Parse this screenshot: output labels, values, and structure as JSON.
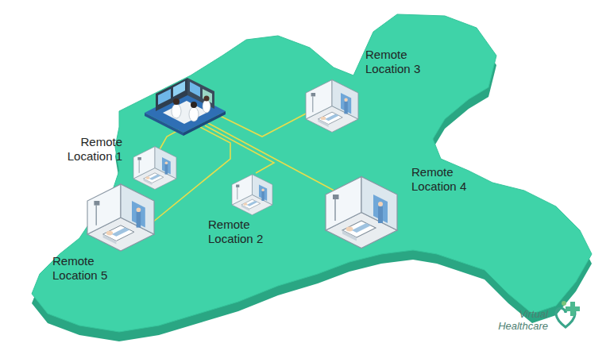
{
  "diagram": {
    "nodes": [
      {
        "text": [
          "Remote Location 1"
        ]
      },
      {
        "text": [
          "Remote Location 2"
        ]
      },
      {
        "text": [
          "Remote Location 3"
        ]
      },
      {
        "text": [
          "Remote Location 4"
        ]
      },
      {
        "text": [
          "Remote Location 5"
        ]
      }
    ],
    "labels": [
      "Virtual Healthcare"
    ]
  }
}
